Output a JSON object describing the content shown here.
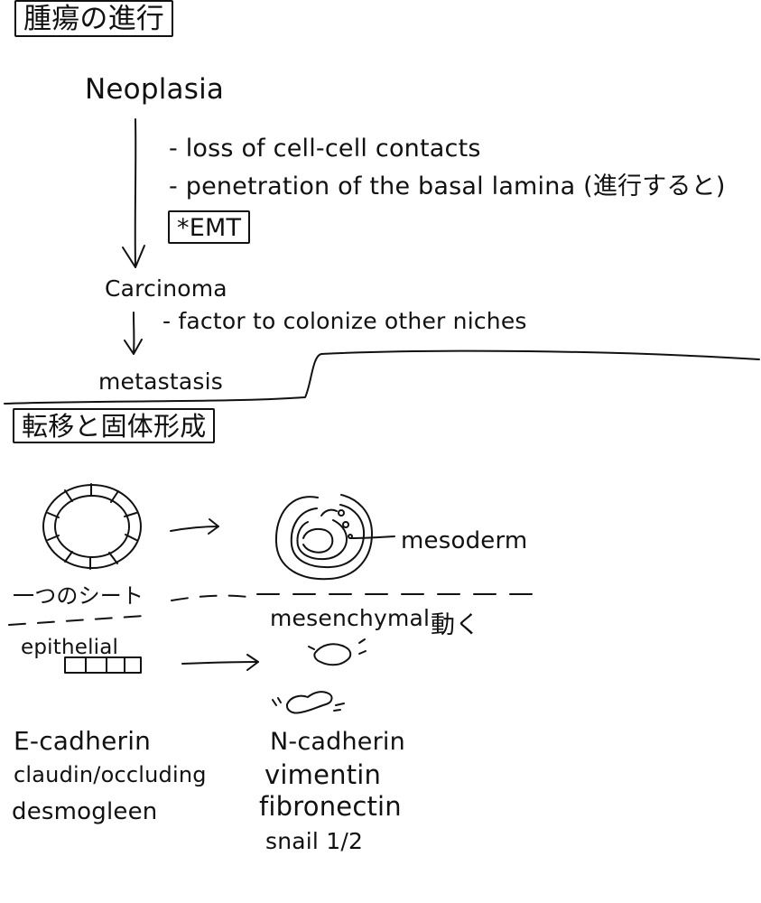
{
  "sections": [
    {
      "title": "腫瘍の進行"
    },
    {
      "title": "転移と固体形成"
    }
  ],
  "progression": {
    "stages": [
      "Neoplasia",
      "Carcinoma",
      "metastasis"
    ],
    "neoplasia_notes": [
      "- loss of cell-cell contacts",
      "- penetration of the basal lamina (進行すると)"
    ],
    "emt_label": "*EMT",
    "carcinoma_note": "- factor to colonize other niches"
  },
  "transition": {
    "sheet_label": "一つのシート",
    "mesoderm_label": "mesoderm",
    "epithelial_label": "epithelial",
    "mesenchymal_label": "mesenchymal",
    "moves_label": "動く"
  },
  "markers": {
    "epithelial": [
      "E-cadherin",
      "claudin/occluding",
      "desmogleen"
    ],
    "mesenchymal": [
      "N-cadherin",
      "vimentin",
      "fibronectin",
      "snail 1/2"
    ]
  },
  "colors": {
    "ink": "#111111",
    "paper": "#ffffff"
  }
}
